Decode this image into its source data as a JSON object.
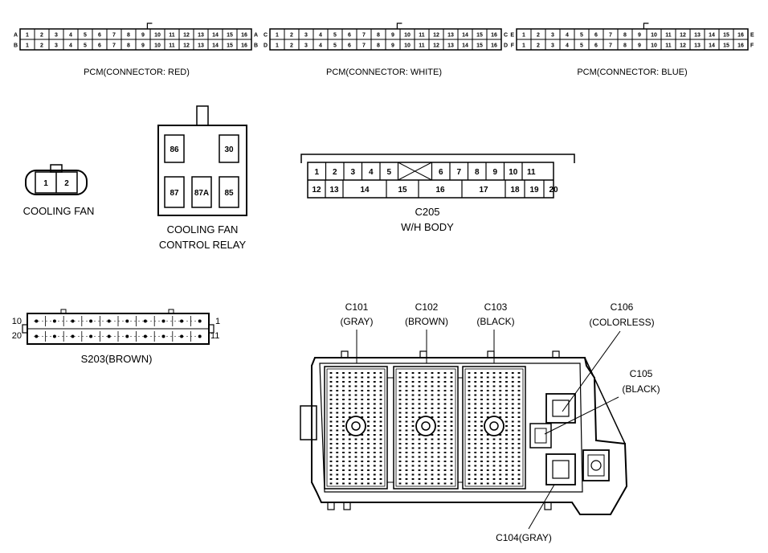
{
  "pcm_connectors": [
    {
      "caption": "PCM(CONNECTOR: RED)",
      "row_letters_left": [
        "A",
        "B"
      ],
      "row_letters_right": [
        "A",
        "B"
      ],
      "pins": [
        "1",
        "2",
        "3",
        "4",
        "5",
        "6",
        "7",
        "8",
        "9",
        "10",
        "11",
        "12",
        "13",
        "14",
        "15",
        "16"
      ]
    },
    {
      "caption": "PCM(CONNECTOR: WHITE)",
      "row_letters_left": [
        "C",
        "D"
      ],
      "row_letters_right": [
        "C",
        "D"
      ],
      "pins": [
        "1",
        "2",
        "3",
        "4",
        "5",
        "6",
        "7",
        "8",
        "9",
        "10",
        "11",
        "12",
        "13",
        "14",
        "15",
        "16"
      ]
    },
    {
      "caption": "PCM(CONNECTOR: BLUE)",
      "row_letters_left": [
        "E",
        "F"
      ],
      "row_letters_right": [
        "E",
        "F"
      ],
      "pins": [
        "1",
        "2",
        "3",
        "4",
        "5",
        "6",
        "7",
        "8",
        "9",
        "10",
        "11",
        "12",
        "13",
        "14",
        "15",
        "16"
      ]
    }
  ],
  "cooling_fan": {
    "caption": "COOLING FAN",
    "pins": [
      "1",
      "2"
    ]
  },
  "relay": {
    "caption_line1": "COOLING FAN",
    "caption_line2": "CONTROL RELAY",
    "terminals": [
      "86",
      "30",
      "87",
      "87A",
      "85"
    ]
  },
  "c205": {
    "caption_line1": "C205",
    "caption_line2": "W/H BODY",
    "top_row": [
      "1",
      "2",
      "3",
      "4",
      "5",
      "6",
      "7",
      "8",
      "9",
      "10",
      "11"
    ],
    "bottom_row": [
      "12",
      "13",
      "14",
      "15",
      "16",
      "17",
      "18",
      "19",
      "20"
    ]
  },
  "s203": {
    "caption": "S203(BROWN)",
    "end_labels": {
      "top_left": "10",
      "bottom_left": "20",
      "top_right": "1",
      "bottom_right": "11"
    }
  },
  "junction_box": {
    "callouts": [
      {
        "id": "c101",
        "line1": "C101",
        "line2": "(GRAY)"
      },
      {
        "id": "c102",
        "line1": "C102",
        "line2": "(BROWN)"
      },
      {
        "id": "c103",
        "line1": "C103",
        "line2": "(BLACK)"
      },
      {
        "id": "c106",
        "line1": "C106",
        "line2": "(COLORLESS)"
      },
      {
        "id": "c105",
        "line1": "C105",
        "line2": "(BLACK)"
      },
      {
        "id": "c104",
        "line1": "C104(GRAY)",
        "line2": ""
      }
    ]
  }
}
